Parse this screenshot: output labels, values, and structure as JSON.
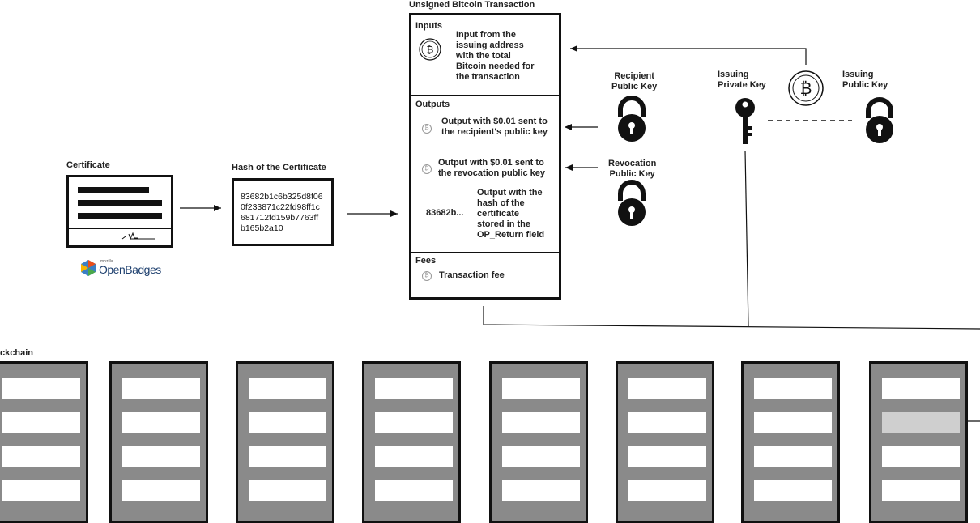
{
  "certificate": {
    "title": "Certificate"
  },
  "openbadges": {
    "small": "mozilla",
    "name": "OpenBadges"
  },
  "hash": {
    "title": "Hash of the Certificate",
    "lines": [
      "83682b1c6b325d8f06",
      "0f233871c22fd98ff1c",
      "681712fd159b7763ff",
      "b165b2a10"
    ]
  },
  "transaction": {
    "title": "Unsigned Bitcoin Transaction",
    "inputs": {
      "header": "Inputs",
      "lines": [
        "Input from the",
        "issuing address",
        "with the total",
        "Bitcoin needed for",
        "the transaction"
      ]
    },
    "outputs": {
      "header": "Outputs",
      "recipient_lines": [
        "Output with $0.01 sent to",
        "the recipient's public key"
      ],
      "revocation_lines": [
        "Output with $0.01 sent to",
        "the revocation public key"
      ],
      "hash_short": "83682b...",
      "hash_lines": [
        "Output with the",
        "hash of the",
        "certificate",
        "stored in the",
        "OP_Return field"
      ]
    },
    "fees": {
      "header": "Fees",
      "label": "Transaction fee"
    }
  },
  "keys": {
    "recipient": [
      "Recipient",
      "Public Key"
    ],
    "revocation": [
      "Revocation",
      "Public Key"
    ],
    "issuing_private": [
      "Issuing",
      "Private Key"
    ],
    "issuing_public": [
      "Issuing",
      "Public Key"
    ]
  },
  "blockchain": {
    "label": "ckchain",
    "block_count": 8,
    "highlight_block": 7,
    "highlight_row": 1
  },
  "colors": {
    "block_fill": "#8a8a8a",
    "ink": "#111111",
    "highlight": "#cfcfcf"
  }
}
